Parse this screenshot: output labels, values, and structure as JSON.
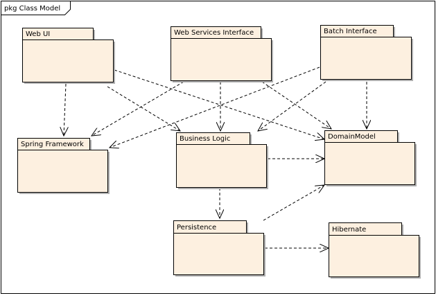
{
  "frame": {
    "label": "pkg Class Model"
  },
  "packages": [
    {
      "id": "web-ui",
      "name": "Web UI"
    },
    {
      "id": "web-services-interface",
      "name": "Web Services Interface"
    },
    {
      "id": "batch-interface",
      "name": "Batch Interface"
    },
    {
      "id": "spring-framework",
      "name": "Spring Framework"
    },
    {
      "id": "business-logic",
      "name": "Business Logic"
    },
    {
      "id": "domain-model",
      "name": "DomainModel"
    },
    {
      "id": "persistence",
      "name": "Persistence"
    },
    {
      "id": "hibernate",
      "name": "Hibernate"
    }
  ],
  "dependencies": [
    {
      "from": "web-ui",
      "to": "spring-framework"
    },
    {
      "from": "web-ui",
      "to": "business-logic"
    },
    {
      "from": "web-ui",
      "to": "domain-model"
    },
    {
      "from": "web-services-interface",
      "to": "spring-framework"
    },
    {
      "from": "web-services-interface",
      "to": "business-logic"
    },
    {
      "from": "web-services-interface",
      "to": "domain-model"
    },
    {
      "from": "batch-interface",
      "to": "spring-framework"
    },
    {
      "from": "batch-interface",
      "to": "business-logic"
    },
    {
      "from": "batch-interface",
      "to": "domain-model"
    },
    {
      "from": "business-logic",
      "to": "domain-model"
    },
    {
      "from": "business-logic",
      "to": "persistence"
    },
    {
      "from": "persistence",
      "to": "domain-model"
    },
    {
      "from": "persistence",
      "to": "hibernate"
    }
  ],
  "colors": {
    "package_fill": "#fdf0e0",
    "stroke": "#000000",
    "shadow": "#b0b0b0"
  }
}
